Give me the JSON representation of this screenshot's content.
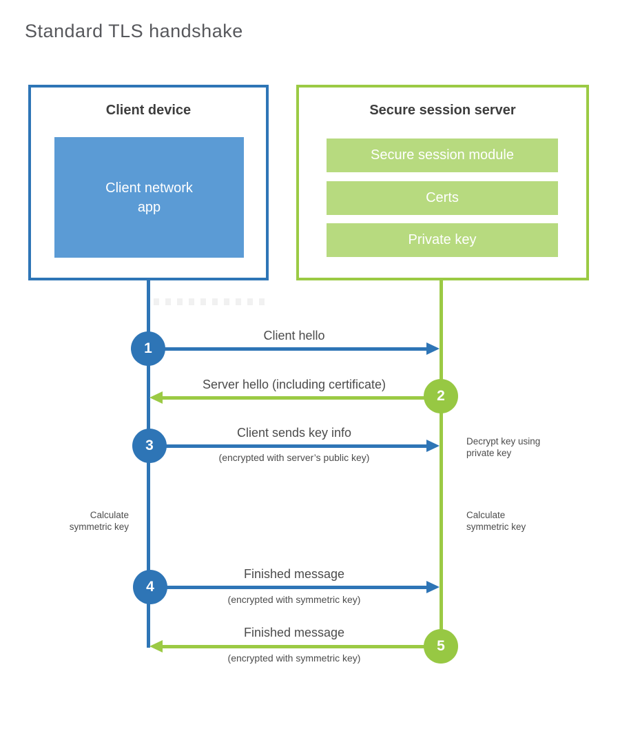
{
  "title": "Standard TLS handshake",
  "colors": {
    "client_accent": "#2e75b6",
    "client_fill": "#5b9bd5",
    "server_accent": "#9bca44",
    "server_fill": "#b7da7f",
    "text_dark": "#3d3d3d",
    "text_gray": "#4b4b4b"
  },
  "client_box": {
    "title": "Client device",
    "app_line1": "Client network",
    "app_line2": "app"
  },
  "server_box": {
    "title": "Secure session server",
    "modules": [
      "Secure session module",
      "Certs",
      "Private key"
    ]
  },
  "steps": [
    {
      "number": "1",
      "label": "Client hello",
      "sublabel": "",
      "direction": "client-to-server"
    },
    {
      "number": "2",
      "label": "Server hello (including certificate)",
      "sublabel": "",
      "direction": "server-to-client"
    },
    {
      "number": "3",
      "label": "Client sends key info",
      "sublabel": "(encrypted with server’s public key)",
      "direction": "client-to-server"
    },
    {
      "number": "4",
      "label": "Finished message",
      "sublabel": "(encrypted with symmetric key)",
      "direction": "client-to-server"
    },
    {
      "number": "5",
      "label": "Finished message",
      "sublabel": "(encrypted with symmetric key)",
      "direction": "server-to-client"
    }
  ],
  "annotations": {
    "decrypt_line1": "Decrypt key using",
    "decrypt_line2": "private key",
    "calc_left_line1": "Calculate",
    "calc_left_line2": "symmetric key",
    "calc_right_line1": "Calculate",
    "calc_right_line2": "symmetric key"
  }
}
